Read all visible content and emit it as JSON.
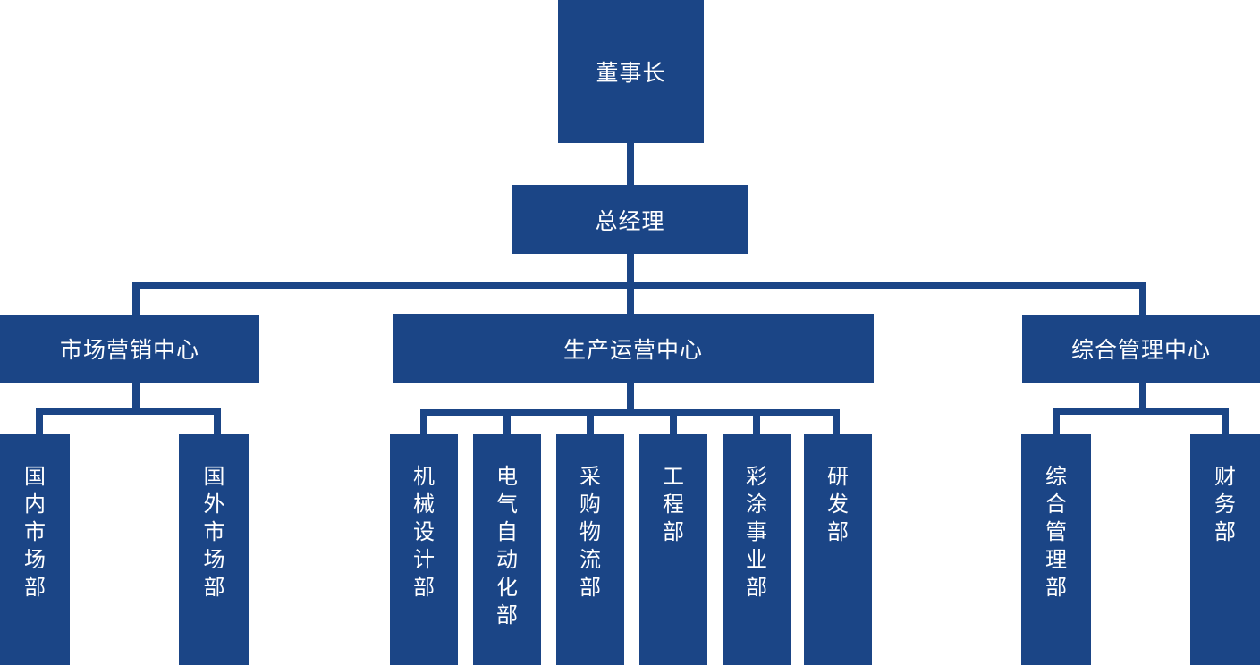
{
  "palette": {
    "node_fill": "#1b4586",
    "node_text": "#ffffff",
    "background": "#ffffff"
  },
  "org_chart": {
    "type": "org-tree",
    "root": {
      "label": "董事长"
    },
    "level2": {
      "label": "总经理"
    },
    "centers": [
      {
        "label": "市场营销中心",
        "departments": [
          {
            "label": "国内市场部"
          },
          {
            "label": "国外市场部"
          }
        ]
      },
      {
        "label": "生产运营中心",
        "departments": [
          {
            "label": "机械设计部"
          },
          {
            "label": "电气自动化部"
          },
          {
            "label": "采购物流部"
          },
          {
            "label": "工程部"
          },
          {
            "label": "彩涂事业部"
          },
          {
            "label": "研发部"
          }
        ]
      },
      {
        "label": "综合管理中心",
        "departments": [
          {
            "label": "综合管理部"
          },
          {
            "label": "财务部"
          }
        ]
      }
    ]
  }
}
